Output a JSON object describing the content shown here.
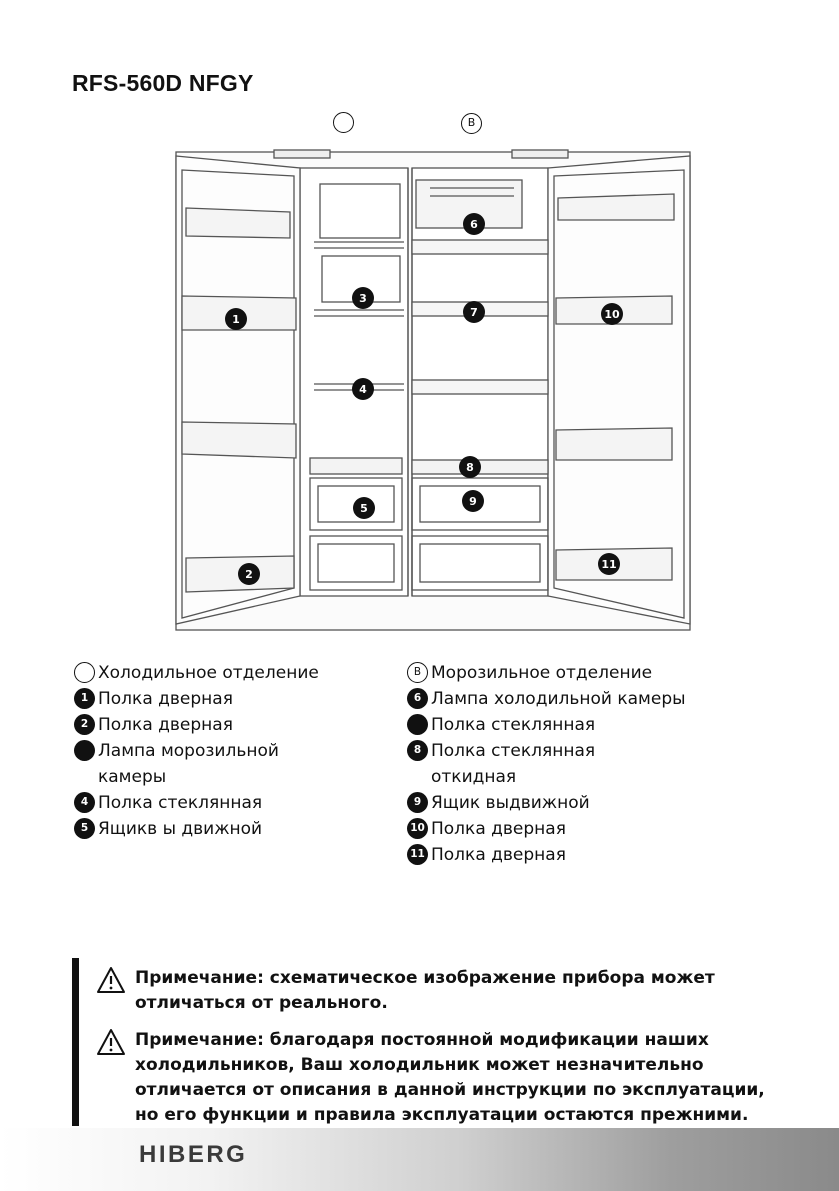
{
  "model_title": "RFS-560D NFGY",
  "zone_marks": {
    "fridge": "",
    "freezer": "B"
  },
  "badges": [
    "1",
    "2",
    "3",
    "4",
    "5",
    "6",
    "7",
    "8",
    "9",
    "10",
    "11"
  ],
  "legend_left": [
    {
      "num": "",
      "text": "Холодильное отделение",
      "outline": true
    },
    {
      "num": "1",
      "text": "Полка дверная"
    },
    {
      "num": "2",
      "text": "Полка дверная"
    },
    {
      "num": "",
      "text": "Лампа морозильной камеры"
    },
    {
      "num": "4",
      "text": "Полка стеклянная"
    },
    {
      "num": "5",
      "text": "Ящикв ы движной"
    }
  ],
  "legend_right": [
    {
      "num": "B",
      "text": "Морозильное отделение",
      "outline": true
    },
    {
      "num": "6",
      "text": "Лампа холодильной камеры"
    },
    {
      "num": "",
      "text": "Полка стеклянная"
    },
    {
      "num": "8",
      "text": "Полка стеклянная откидная"
    },
    {
      "num": "9",
      "text": "Ящик выдвижной"
    },
    {
      "num": "10",
      "text": "Полка дверная"
    },
    {
      "num": "11",
      "text": "Полка дверная"
    }
  ],
  "notes": [
    "Примечание: схематическое изображение прибора может отличаться от реального.",
    "Примечание: благодаря постоянной модификации наших холодильников, Ваш холодильник может незначительно отличается от описания в данной инструкции по эксплуатации, но его функции и правила эксплуатации остаются прежними."
  ],
  "brand": "HIBERG"
}
